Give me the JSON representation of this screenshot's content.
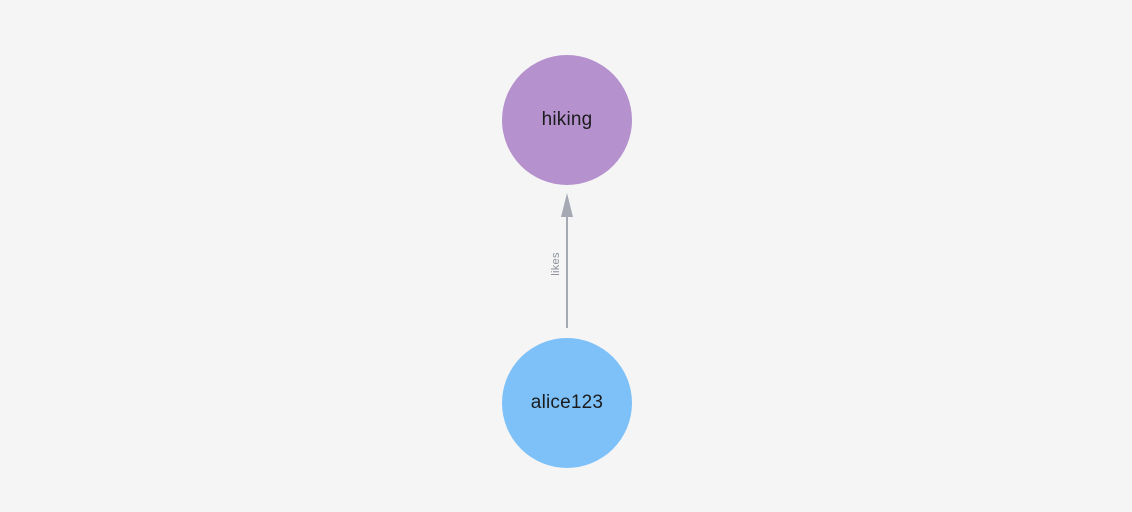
{
  "graph": {
    "background_color": "#F5F5F6",
    "nodes": [
      {
        "id": "hiking",
        "label": "hiking",
        "color": "#B592CD",
        "text_color": "#1C1C1E"
      },
      {
        "id": "alice123",
        "label": "alice123",
        "color": "#7DC1F8",
        "text_color": "#1C1C1E"
      }
    ],
    "edge": {
      "label": "likes",
      "from": "alice123",
      "to": "hiking",
      "color": "#A5A9B3",
      "label_color": "#8A8F99"
    }
  }
}
